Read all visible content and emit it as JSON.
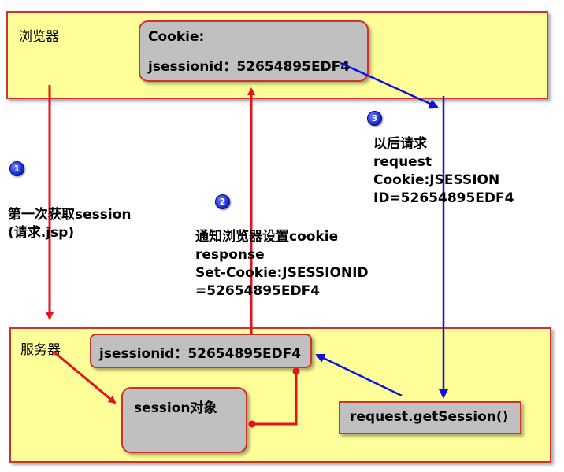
{
  "browser": {
    "label": "浏览器"
  },
  "server": {
    "label": "服务器"
  },
  "cookie_box": {
    "line1": "Cookie:",
    "line2": "jsessionid：52654895EDF4"
  },
  "server_jsessionid_box": {
    "text": "jsessionid：52654895EDF4"
  },
  "session_box": {
    "text": "session对象"
  },
  "request_box": {
    "text": "request.getSession()"
  },
  "steps": [
    {
      "badge": "1",
      "lines": [
        "第一次获取session",
        "(请求.jsp)"
      ]
    },
    {
      "badge": "2",
      "lines": [
        "通知浏览器设置cookie",
        "response",
        "Set-Cookie:JSESSIONID",
        "=52654895EDF4"
      ]
    },
    {
      "badge": "3",
      "lines": [
        "以后请求",
        "request",
        "Cookie:JSESSION",
        "ID=52654895EDF4"
      ]
    }
  ],
  "colors": {
    "zone_fill": "#ffff99",
    "box_fill": "#c0c0c0",
    "red_arrow": "#e8101a",
    "blue_arrow": "#1010e0",
    "border": "#cc3333"
  }
}
